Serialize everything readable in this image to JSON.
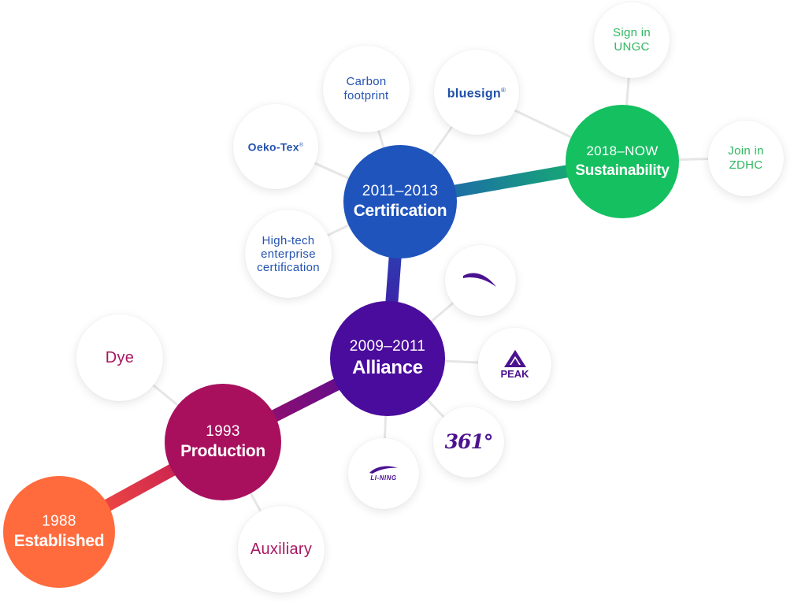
{
  "colors": {
    "established": "#ff6b3d",
    "production": "#a8105e",
    "alliance": "#4a0c9c",
    "certification": "#1f54bd",
    "sustainability": "#14c060",
    "connector": "#e5e5e5"
  },
  "milestones": {
    "established": {
      "year": "1988",
      "name": "Established"
    },
    "production": {
      "year": "1993",
      "name": "Production"
    },
    "alliance": {
      "year": "2009–2011",
      "name": "Alliance"
    },
    "certification": {
      "year": "2011–2013",
      "name": "Certification"
    },
    "sustainability": {
      "year": "2018–NOW",
      "name": "Sustainability"
    }
  },
  "production_items": {
    "dye": "Dye",
    "auxiliary": "Auxiliary"
  },
  "certification_items": {
    "oeko_tex": "Oeko-Tex",
    "carbon_line1": "Carbon",
    "carbon_line2": "footprint",
    "bluesign": "bluesign",
    "hightech_line1": "High-tech",
    "hightech_line2": "enterprise",
    "hightech_line3": "certification"
  },
  "sustainability_items": {
    "ungc_line1": "Sign in",
    "ungc_line2": "UNGC",
    "zdhc_line1": "Join in",
    "zdhc_line2": "ZDHC"
  },
  "alliance_partners": {
    "anta": "anta-logo",
    "peak": "PEAK",
    "brand361": "361°",
    "lining": "LI-NING"
  }
}
